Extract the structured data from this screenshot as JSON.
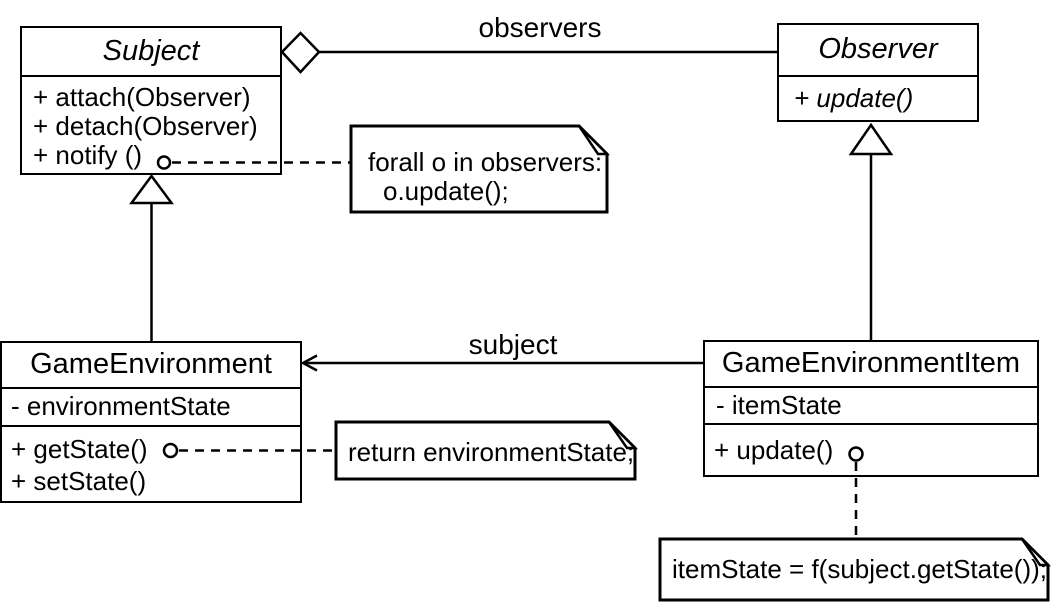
{
  "diagram_type": "UML class diagram (Observer pattern)",
  "colors": {
    "stroke": "#000000",
    "background": "#ffffff"
  },
  "classes": {
    "subject": {
      "title": "Subject",
      "methods": [
        "+ attach(Observer)",
        "+ detach(Observer)",
        "+ notify ()"
      ]
    },
    "observer": {
      "title": "Observer",
      "methods": [
        "+ update()"
      ]
    },
    "gameEnvironment": {
      "title": "GameEnvironment",
      "attributes": [
        "- environmentState"
      ],
      "methods": [
        "+ getState()",
        "+ setState()"
      ]
    },
    "gameEnvironmentItem": {
      "title": "GameEnvironmentItem",
      "attributes": [
        "- itemState"
      ],
      "methods": [
        "+ update()"
      ]
    }
  },
  "associations": {
    "observers_label": "observers",
    "subject_label": "subject"
  },
  "notes": {
    "notify_note": {
      "line1": "forall o in observers:",
      "line2": "o.update();"
    },
    "getstate_note": {
      "line1": "return environmentState;"
    },
    "update_note": {
      "line1": "itemState = f(subject.getState());"
    }
  }
}
